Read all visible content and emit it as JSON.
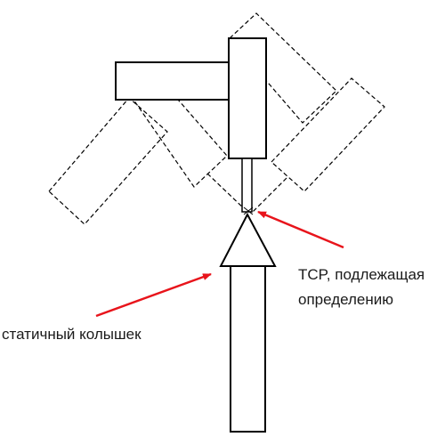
{
  "labels": {
    "tcp_line1": "TCP, подлежащая",
    "tcp_line2": "определению",
    "static_peg": "статичный колышек"
  },
  "colors": {
    "stroke": "#000000",
    "arrow": "#e8141b",
    "text": "#1a1a1a",
    "background": "#ffffff"
  }
}
